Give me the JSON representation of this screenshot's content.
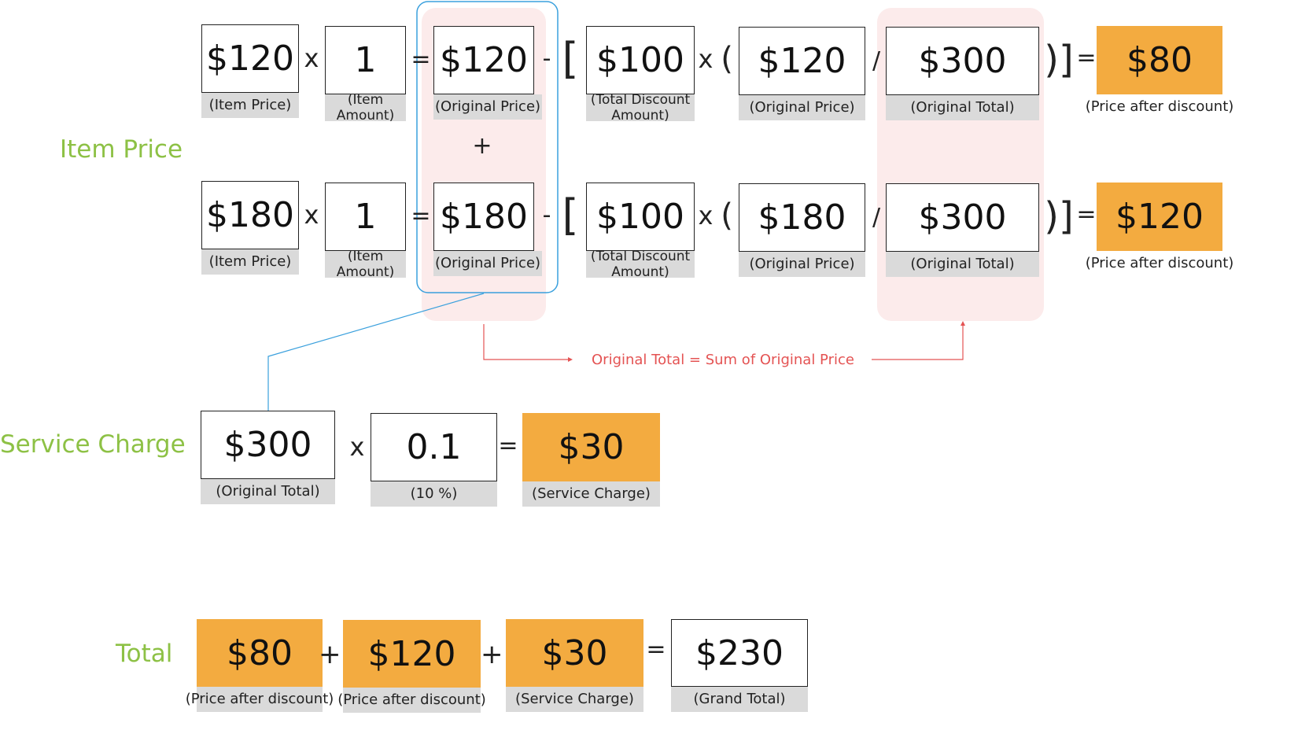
{
  "colors": {
    "orange": "#f3ab40",
    "green_label": "#8dc145",
    "pink_highlight": "#fcebeb",
    "blue_outline": "#3aa0dd",
    "red_note": "#e45353",
    "label_grey": "#dadada"
  },
  "sections": {
    "item_price": "Item Price",
    "service_charge": "Service Charge",
    "total": "Total"
  },
  "row1": {
    "item_price": "$120",
    "item_price_label": "(Item Price)",
    "times": "x",
    "amount": "1",
    "amount_label": "(Item Amount)",
    "equals": "=",
    "original_price": "$120",
    "original_price_label": "(Original Price)",
    "minus": "-",
    "open_bracket": "[",
    "discount": "$100",
    "discount_label": "(Total Discount Amount)",
    "times2": "x",
    "open_paren": "(",
    "orig_price2": "$120",
    "orig_price2_label": "(Original Price)",
    "divide": "/",
    "orig_total": "$300",
    "orig_total_label": "(Original Total)",
    "close": ")]",
    "equals2": "=",
    "result": "$80",
    "result_label": "(Price after discount)"
  },
  "plus_between_rows": "+",
  "row2": {
    "item_price": "$180",
    "item_price_label": "(Item Price)",
    "times": "x",
    "amount": "1",
    "amount_label": "(Item Amount)",
    "equals": "=",
    "original_price": "$180",
    "original_price_label": "(Original Price)",
    "minus": "-",
    "open_bracket": "[",
    "discount": "$100",
    "discount_label": "(Total Discount Amount)",
    "times2": "x",
    "open_paren": "(",
    "orig_price2": "$180",
    "orig_price2_label": "(Original Price)",
    "divide": "/",
    "orig_total": "$300",
    "orig_total_label": "(Original Total)",
    "close": ")]",
    "equals2": "=",
    "result": "$120",
    "result_label": "(Price after discount)"
  },
  "note": "Original Total = Sum of Original Price",
  "service": {
    "orig_total": "$300",
    "orig_total_label": "(Original Total)",
    "times": "x",
    "rate": "0.1",
    "rate_label": "(10 %)",
    "equals": "=",
    "result": "$30",
    "result_label": "(Service Charge)"
  },
  "total": {
    "a": "$80",
    "a_label": "(Price after discount)",
    "plus1": "+",
    "b": "$120",
    "b_label": "(Price after discount)",
    "plus2": "+",
    "c": "$30",
    "c_label": "(Service Charge)",
    "equals": "=",
    "grand": "$230",
    "grand_label": "(Grand Total)"
  }
}
